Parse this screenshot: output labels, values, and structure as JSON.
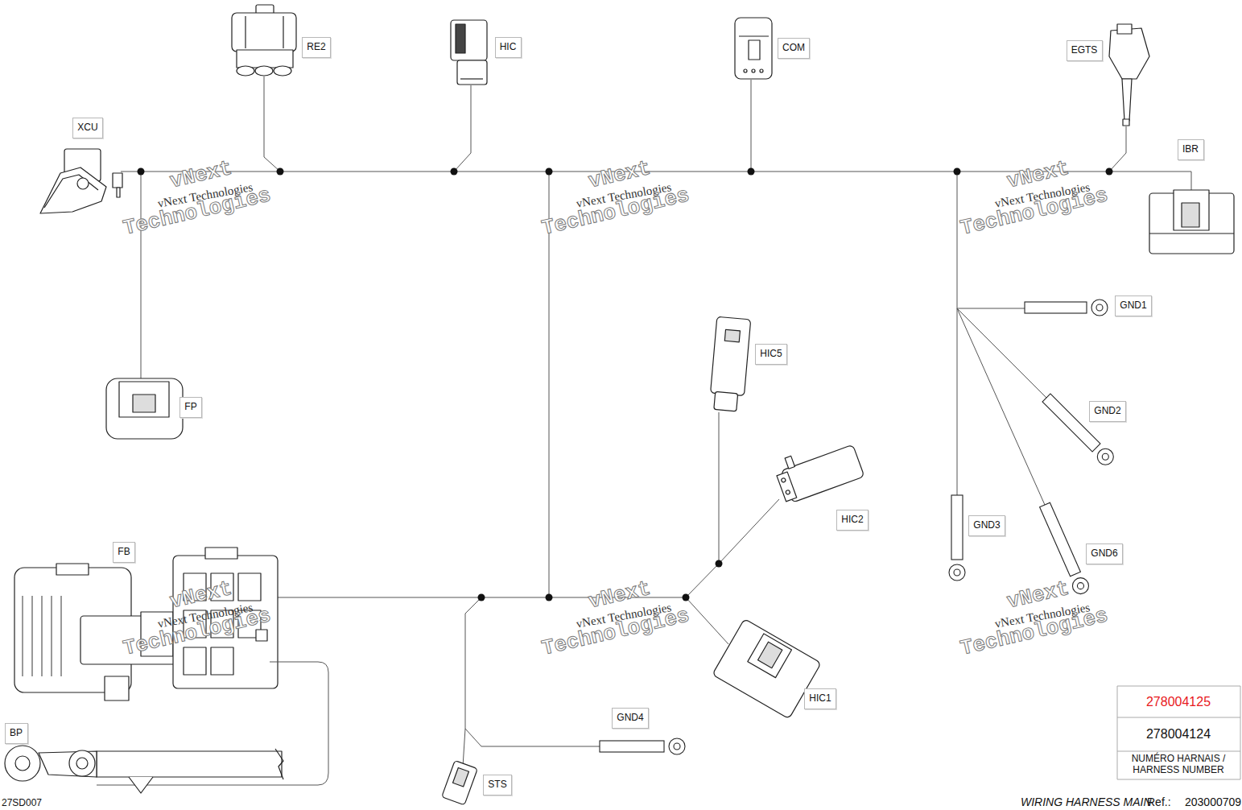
{
  "diagram": {
    "nodes": [
      {
        "text": [
          "RE2"
        ]
      },
      {
        "text": [
          "HIC"
        ]
      },
      {
        "text": [
          "COM"
        ]
      },
      {
        "text": [
          "EGTS"
        ]
      },
      {
        "text": [
          "XCU"
        ]
      },
      {
        "text": [
          "IBR"
        ]
      },
      {
        "text": [
          "GND1"
        ]
      },
      {
        "text": [
          "HIC5"
        ]
      },
      {
        "text": [
          "FP"
        ]
      },
      {
        "text": [
          "GND2"
        ]
      },
      {
        "text": [
          "HIC2"
        ]
      },
      {
        "text": [
          "GND3"
        ]
      },
      {
        "text": [
          "GND6"
        ]
      },
      {
        "text": [
          "FB"
        ]
      },
      {
        "text": [
          "HIC1"
        ]
      },
      {
        "text": [
          "GND4"
        ]
      },
      {
        "text": [
          "BP"
        ]
      },
      {
        "text": [
          "STS"
        ]
      }
    ],
    "labels": [
      "vNext",
      "vNext Technologies",
      "Technologies",
      "vNext",
      "vNext Technologies",
      "Technologies",
      "vNext",
      "vNext Technologies",
      "Technologies",
      "vNext",
      "vNext Technologies",
      "Technologies",
      "vNext",
      "vNext Technologies",
      "Technologies",
      "vNext",
      "vNext Technologies",
      "Technologies",
      "278004125",
      "278004124",
      "NUMÉRO HARNAIS / HARNESS NUMBER",
      "27SD007",
      "WIRING HARNESS MAIN",
      "Ref.:",
      "203000709"
    ]
  }
}
